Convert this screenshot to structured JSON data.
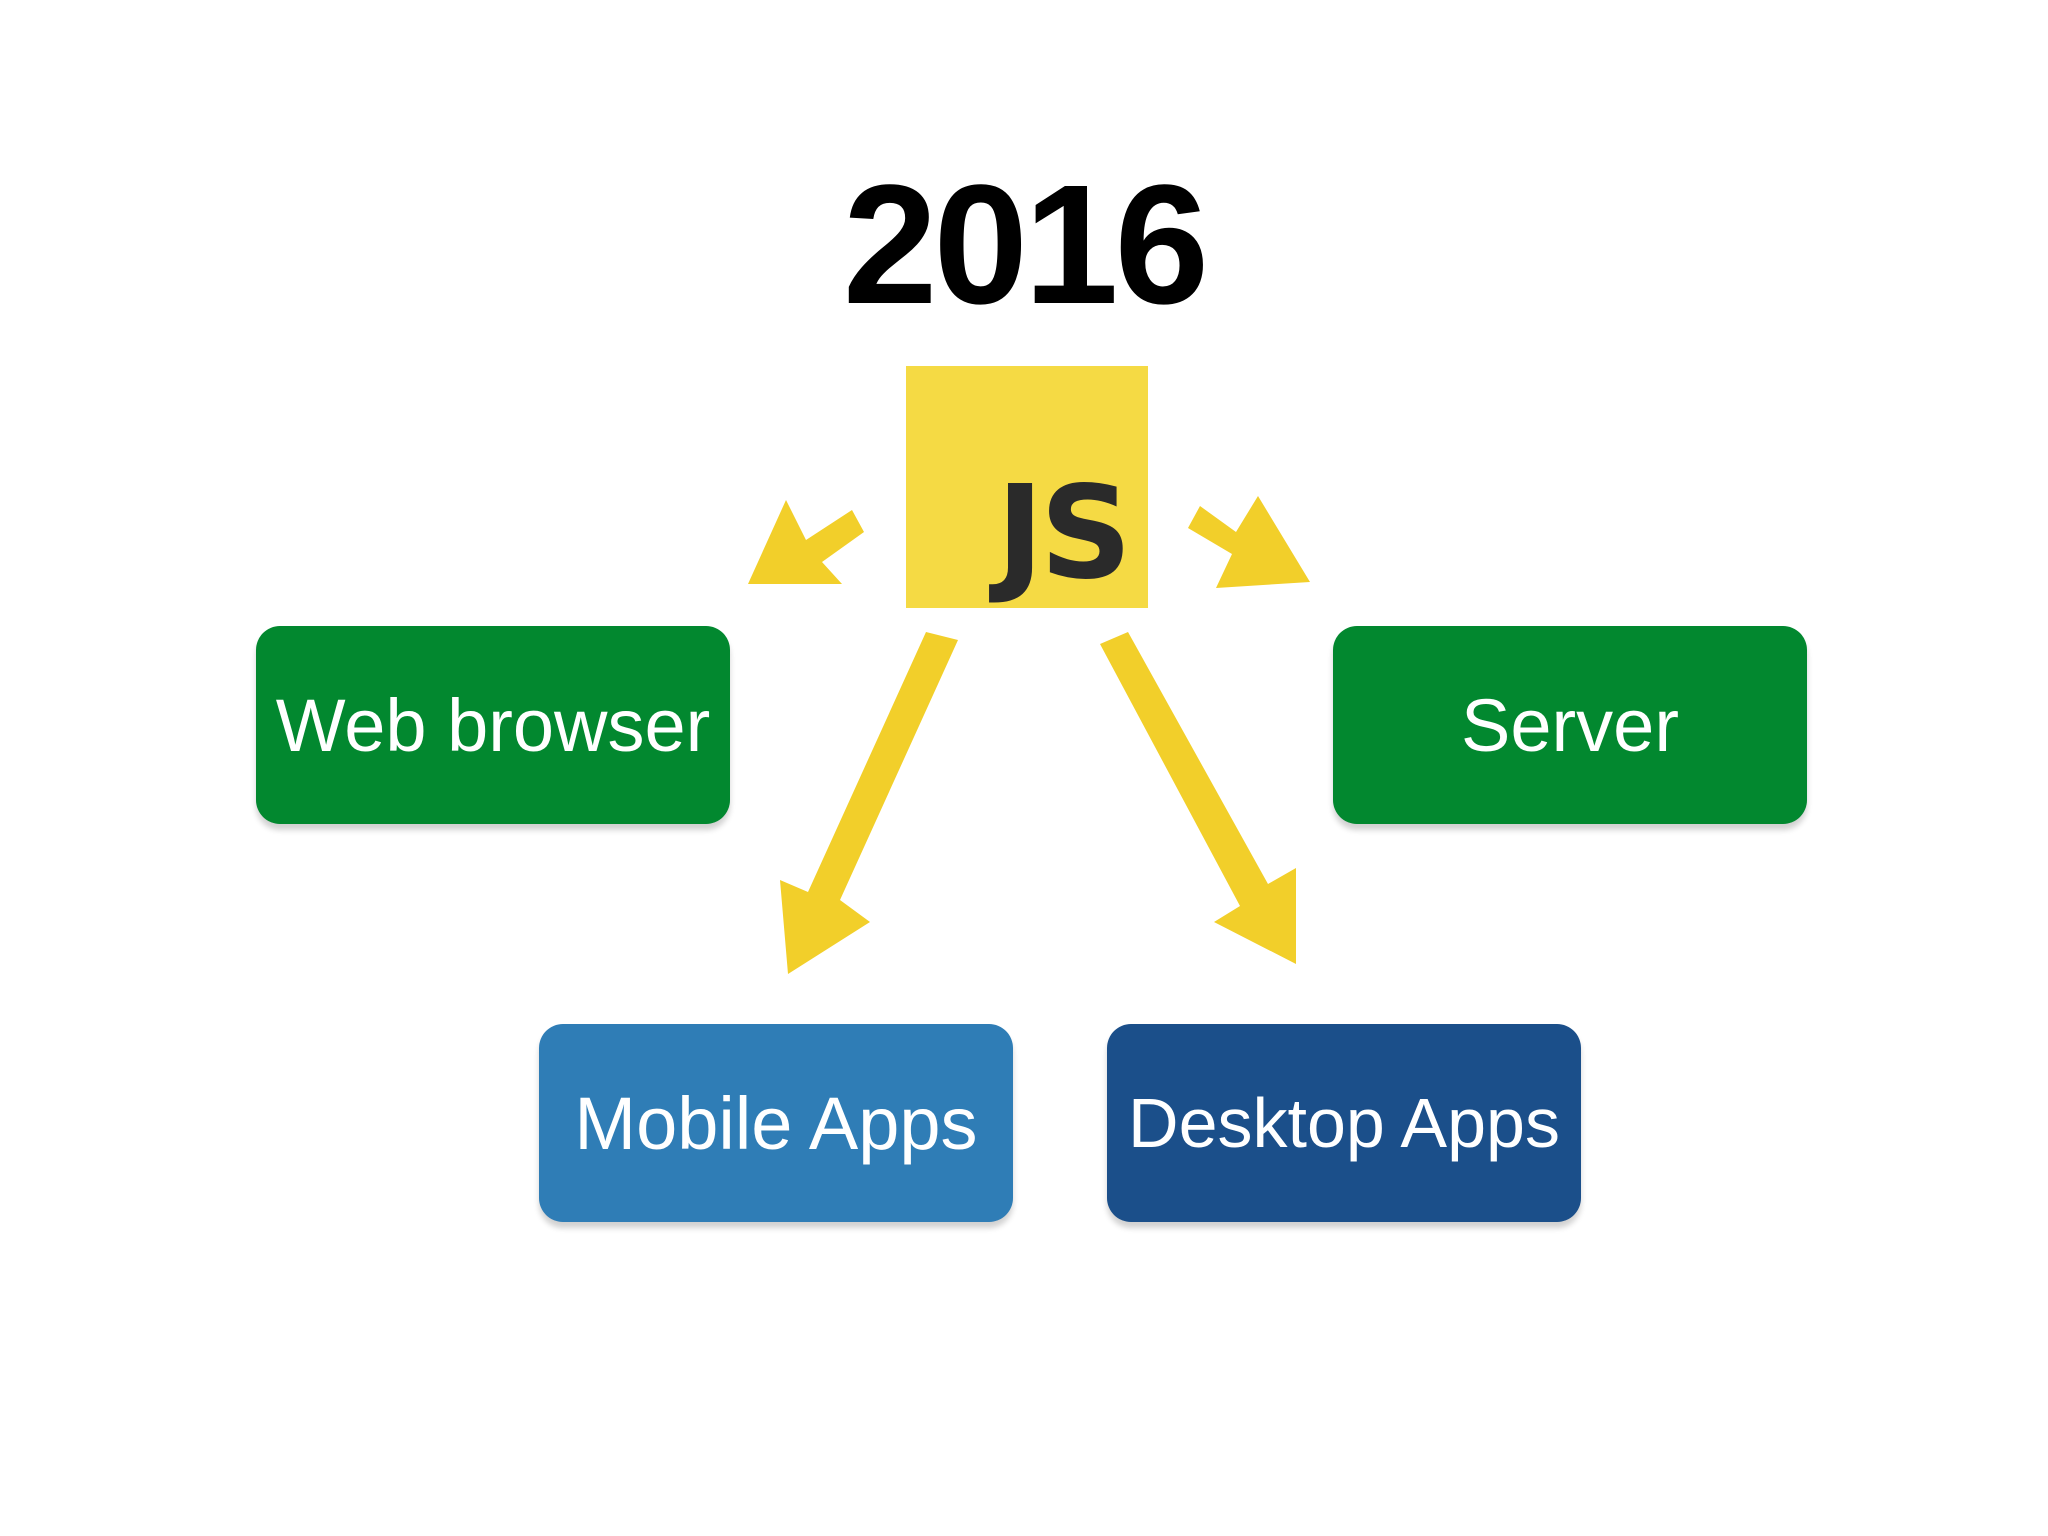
{
  "title": "2016",
  "logo": {
    "text": "JS",
    "background_color": "#f5da44",
    "text_color": "#2a2a2a"
  },
  "arrow_color": "#f2cf2a",
  "nodes": [
    {
      "id": "web",
      "label": "Web browser",
      "color": "#02882f"
    },
    {
      "id": "server",
      "label": "Server",
      "color": "#02882f"
    },
    {
      "id": "mobile",
      "label": "Mobile Apps",
      "color": "#2f7db6"
    },
    {
      "id": "desktop",
      "label": "Desktop Apps",
      "color": "#1b4f8a"
    }
  ]
}
